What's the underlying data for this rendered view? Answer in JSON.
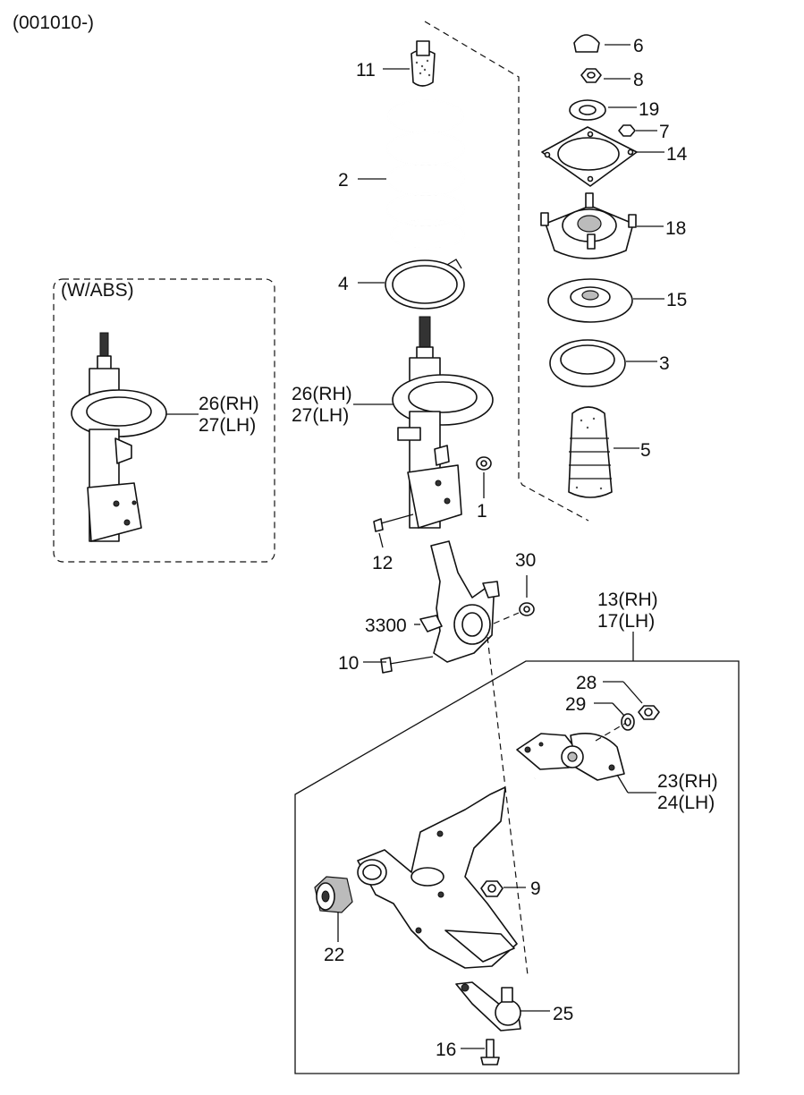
{
  "header": {
    "code": "(001010-)"
  },
  "inset": {
    "title": "(W/ABS)",
    "label_rh": "26(RH)",
    "label_lh": "27(LH)"
  },
  "labels": {
    "p1": "1",
    "p2": "2",
    "p3": "3",
    "p4": "4",
    "p5": "5",
    "p6": "6",
    "p7": "7",
    "p8": "8",
    "p9": "9",
    "p10": "10",
    "p11": "11",
    "p12": "12",
    "p13_17_rh": "13(RH)",
    "p13_17_lh": "17(LH)",
    "p14": "14",
    "p15": "15",
    "p16": "16",
    "p18": "18",
    "p19": "19",
    "p22": "22",
    "p23_24_rh": "23(RH)",
    "p23_24_lh": "24(LH)",
    "p25": "25",
    "p26_27_rh": "26(RH)",
    "p26_27_lh": "27(LH)",
    "p28": "28",
    "p29": "29",
    "p30": "30",
    "p3300": "3300"
  }
}
